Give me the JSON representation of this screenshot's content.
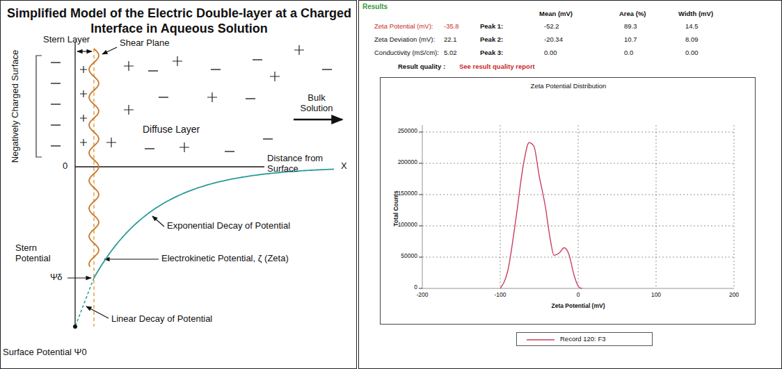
{
  "diagram": {
    "nodes": [
      {
        "text": [
          "Simplified Model of the Electric Double-layer at a Charged Interface in Aqueous Solution"
        ]
      },
      {
        "text": [
          "Results"
        ]
      },
      {
        "text": [
          "Zeta Potential Distribution"
        ],
        "in": 1
      }
    ],
    "labels": [
      "Stern Layer",
      "Shear Plane",
      "Negatively Charged Surface",
      "Bulk Solution",
      "Diffuse Layer",
      "0",
      "Distance from Surface",
      "X",
      "Exponential Decay of Potential",
      "Stern Potential",
      "Ψδ",
      "Electrokinetic Potential, ζ (Zeta)",
      "Linear Decay of Potential",
      "Surface Potential Ψ0",
      "Mean (mV)",
      "Area (%)",
      "Width (mV)",
      "Zeta Potential (mV):",
      "-35.8",
      "Peak 1:",
      "-52.2",
      "89.3",
      "14.5",
      "Zeta Deviation (mV):",
      "22.1",
      "Peak 2:",
      "-20.34",
      "10.7",
      "8.09",
      "Conductivity (mS/cm):",
      "5.02",
      "Peak 3:",
      "0.00",
      "0.0",
      "0.00",
      "Result quality :",
      "See result quality report",
      "250000",
      "200000",
      "150000",
      "100000",
      "50000",
      "0",
      "-200",
      "-100",
      "0",
      "100",
      "200",
      "Total Counts",
      "Zeta Potential (mV)"
    ],
    "legend": [
      {
        "text": "Record 120: F3"
      }
    ]
  }
}
